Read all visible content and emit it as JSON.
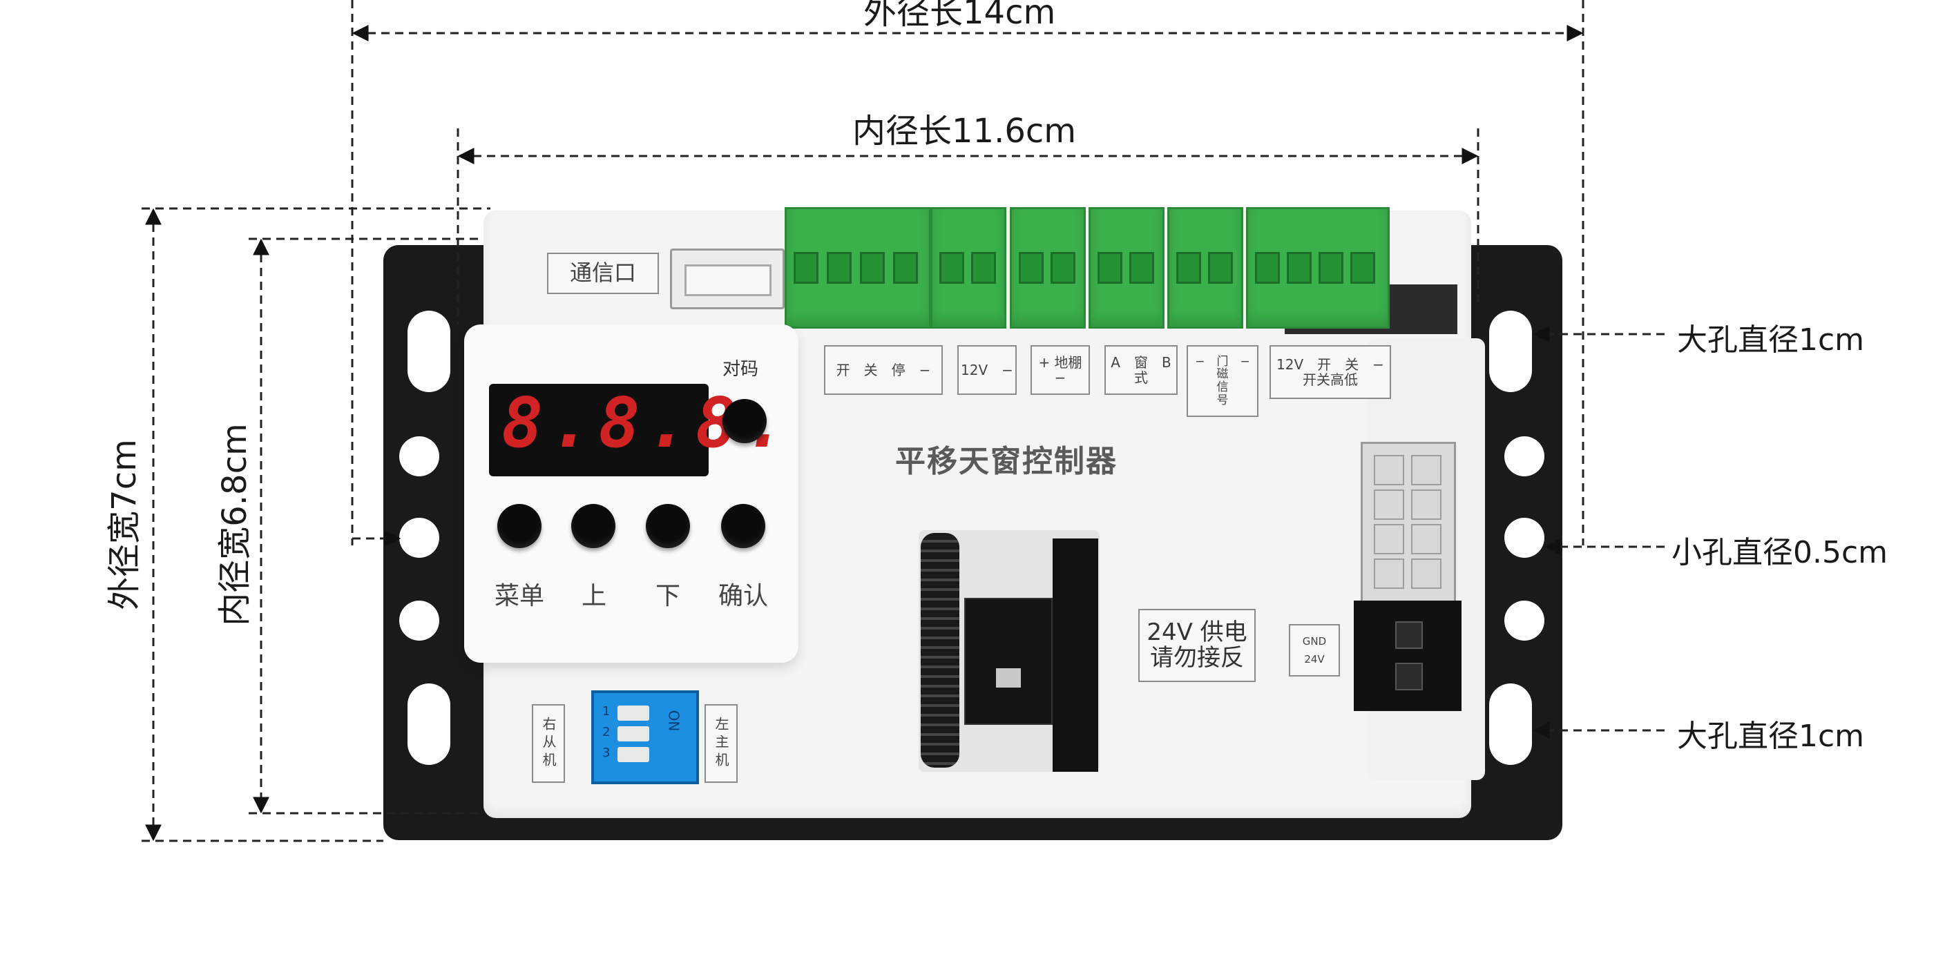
{
  "dimensions": {
    "outer_length": "外径长14cm",
    "inner_length": "内径长11.6cm",
    "outer_width": "外径宽7cm",
    "inner_width": "内径宽6.8cm",
    "large_hole_top": "大孔直径1cm",
    "small_hole": "小孔直径0.5cm",
    "large_hole_bottom": "大孔直径1cm"
  },
  "board": {
    "title": "平移天窗控制器",
    "comm_port": "通信口",
    "pair_code": "对码",
    "display_digits": "8.8.8.",
    "buttons": [
      "菜单",
      "上",
      "下",
      "确认"
    ],
    "power_warning": "24V 供电\n请勿接反",
    "dip_left": "右从机",
    "dip_right": "左主机",
    "dip_on": "ON",
    "dip_nums": [
      "1",
      "2",
      "3"
    ],
    "terminal_labels": [
      "开　关　停　−",
      "12V　−",
      "+ 地棚 −",
      "A　窗　B\n式",
      "−　门　−\n磁\n信\n号",
      "12V　开　关　−\n开关高低"
    ],
    "power_pins": {
      "gnd": "GND",
      "v24": "24V"
    }
  },
  "colors": {
    "terminal_green": "#3bb14b",
    "mount_plate": "#1a1a1a",
    "display_red": "#d12323",
    "dip_blue": "#1d8fe0"
  }
}
